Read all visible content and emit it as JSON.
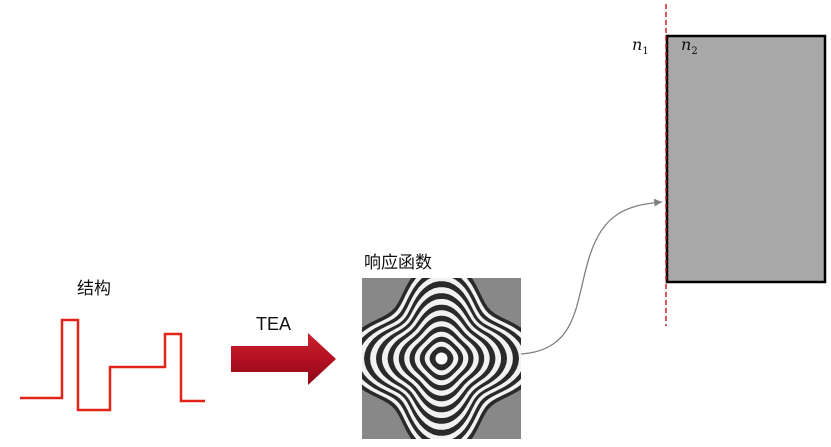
{
  "labels": {
    "structure": "结构",
    "method": "TEA",
    "response": "响应函数",
    "medium1_symbol": "n",
    "medium1_subscript": "1",
    "medium2_symbol": "n",
    "medium2_subscript": "2"
  },
  "colors": {
    "structure_line": "#e2231a",
    "arrow_fill": "#b31021",
    "interface_line": "#c00000",
    "medium2_fill": "#a8a8a8",
    "connector": "#808080",
    "pattern_bg": "#888888"
  }
}
